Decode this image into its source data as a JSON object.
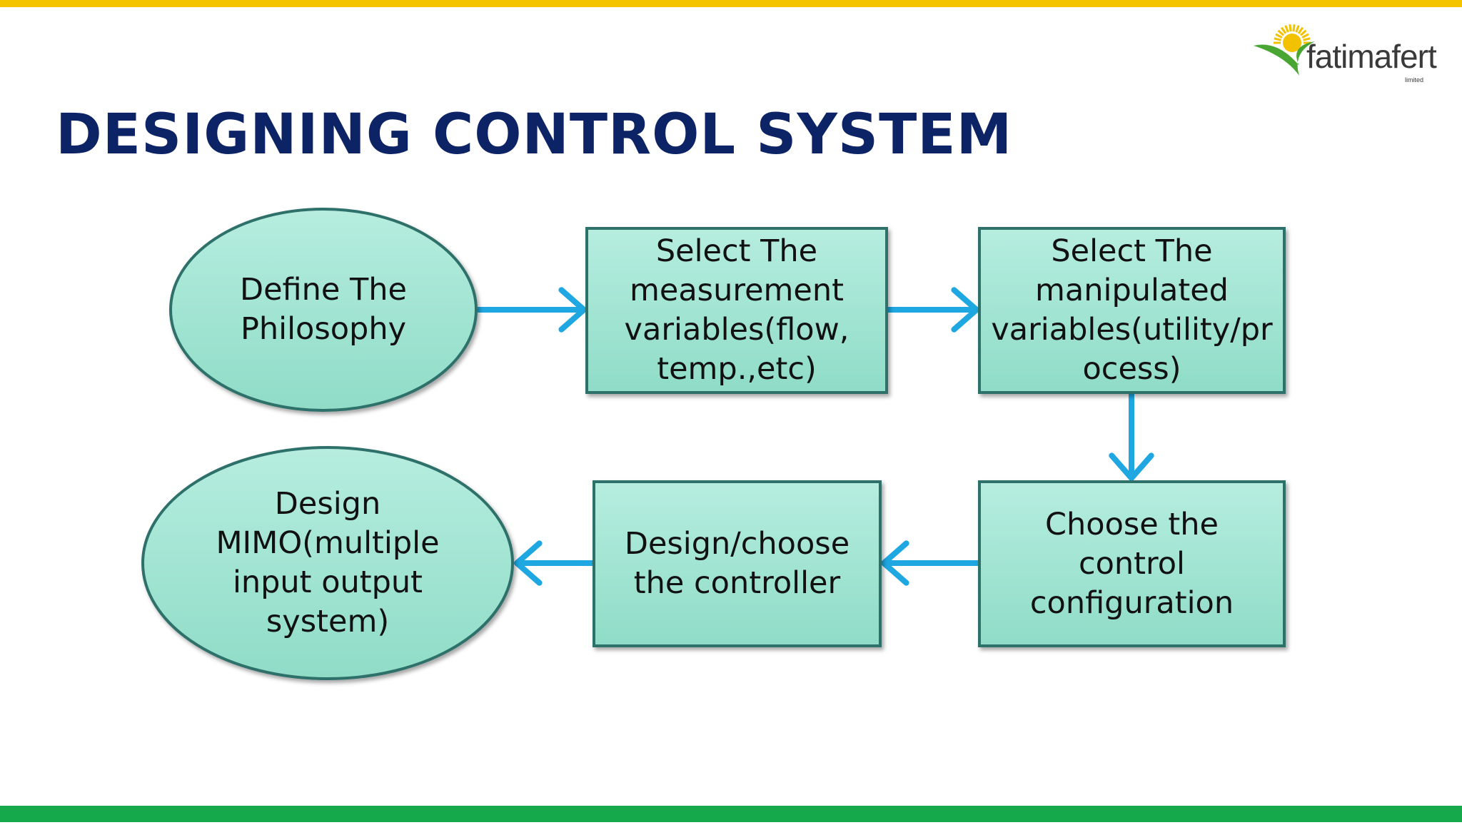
{
  "title": "DESIGNING CONTROL SYSTEM",
  "logo": {
    "name": "fatimafert",
    "sub": "limited"
  },
  "colors": {
    "top_bar": "#f5c400",
    "bottom_bar": "#16a94b",
    "title": "#0c2366",
    "node_fill": "#9fe3d0",
    "node_stroke": "#2f6f6a",
    "arrow": "#1ea7e1",
    "text": "#111111",
    "logo_text": "#3a3a3a",
    "logo_leaf": "#4aa632",
    "logo_sun": "#f2c200"
  },
  "nodes": [
    {
      "id": "define-philosophy",
      "shape": "ellipse",
      "label": "Define The\nPhilosophy"
    },
    {
      "id": "select-measurement",
      "shape": "rect",
      "label": "Select The\nmeasurement\nvariables(flow,\ntemp.,etc)"
    },
    {
      "id": "select-manipulated",
      "shape": "rect",
      "label": "Select The\nmanipulated\nvariables(utility/pr\nocess)"
    },
    {
      "id": "choose-configuration",
      "shape": "rect",
      "label": "Choose the\ncontrol\nconfiguration"
    },
    {
      "id": "design-controller",
      "shape": "rect",
      "label": "Design/choose\nthe controller"
    },
    {
      "id": "design-mimo",
      "shape": "ellipse",
      "label": "Design\nMIMO(multiple\ninput output\nsystem)"
    }
  ],
  "edges": [
    {
      "from": "define-philosophy",
      "to": "select-measurement"
    },
    {
      "from": "select-measurement",
      "to": "select-manipulated"
    },
    {
      "from": "select-manipulated",
      "to": "choose-configuration"
    },
    {
      "from": "choose-configuration",
      "to": "design-controller"
    },
    {
      "from": "design-controller",
      "to": "design-mimo"
    }
  ]
}
